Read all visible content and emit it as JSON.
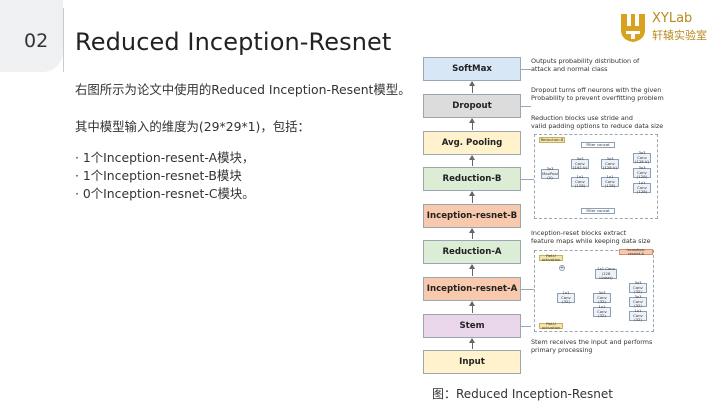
{
  "slide": {
    "number": "02",
    "title": "Reduced Inception-Resnet"
  },
  "logo": {
    "brand": "XYLab",
    "brand_cn": "轩辕实验室",
    "color": "#b78a1e"
  },
  "content": {
    "para1": "右图所示为论文中使用的Reduced Inception-Resent模型。",
    "para2": "其中模型输入的维度为(29*29*1)，包括：",
    "bullets": [
      "· 1个Inception-resent-A模块，",
      "· 1个Inception-resnet-B模块",
      "· 0个Inception-resnet-C模块。"
    ]
  },
  "diagram": {
    "blocks": {
      "softmax": "SoftMax",
      "dropout": "Dropout",
      "avgpool": "Avg. Pooling",
      "redb": "Reduction-B",
      "incb": "Inception-resnet-B",
      "reda": "Reduction-A",
      "inca": "Inception-resnet-A",
      "stem": "Stem",
      "input": "Input"
    },
    "notes": {
      "softmax": "Outputs probability distribution of\nattack and normal class",
      "dropout": "Dropout turns off neurons with the given\nProbability to prevent overfitting problem",
      "reduction": "Reduction blocks use stride and\nvalid padding options to reduce data size",
      "inception": "Inception-reset blocks extract\nfeature maps while keeping data size",
      "stem": "Stem receives the input and performs\nprimary processing"
    },
    "reduction_b_detail": {
      "tag": "Reduction-B",
      "filter_concat_top": "Filter concat",
      "filter_concat_bottom": "Filter concat",
      "maxpool": "3x3 MaxPool\n(V)",
      "conv_a1": "3x3 Conv\n(192 V)",
      "conv_a2": "1x1 Conv\n(128)",
      "conv_b1": "3x3 Conv\n(128 V)",
      "conv_b2": "1x1 Conv\n(128)",
      "conv_c1": "3x3 Conv\n(128 V)",
      "conv_c2": "3x3 Conv\n(128)",
      "conv_c3": "1x1 Conv\n(128)"
    },
    "inception_a_detail": {
      "tag": "Inception-resnet-A",
      "relu_top": "ReLU activation",
      "relu_bottom": "ReLU activation",
      "plus": "+",
      "linear": "1x1 Conv\n(128 Linear)",
      "conv_a": "1x1 Conv\n(32)",
      "conv_b1": "3x3 Conv\n(32)",
      "conv_b2": "1x1 Conv\n(32)",
      "conv_c1": "3x3 Conv\n(32)",
      "conv_c2": "3x3 Conv\n(32)",
      "conv_c3": "1x1 Conv\n(32)"
    },
    "caption": "图：Reduced Inception-Resnet"
  }
}
